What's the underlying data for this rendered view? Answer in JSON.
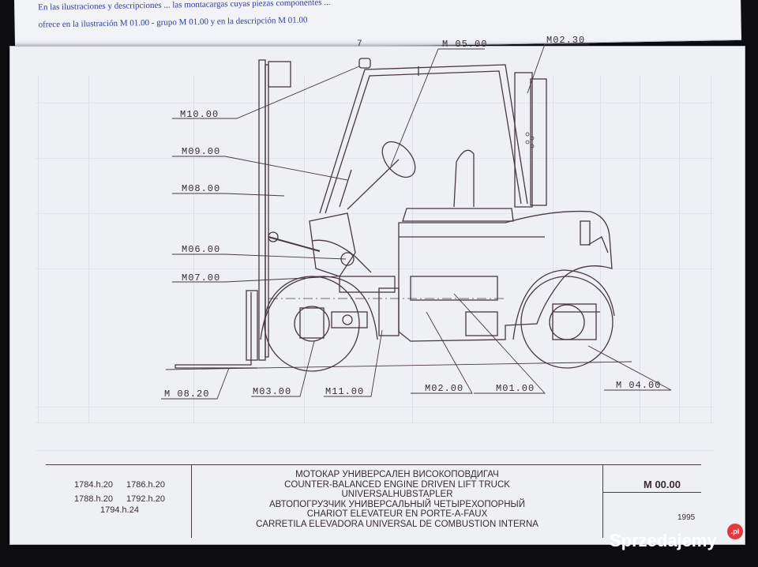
{
  "header": {
    "line1": "En las ilustraciones y descripciones ... las montacargas cuyas piezas componentes ...",
    "line2": "ofrece en la ilustración M 01.00 - grupo M 01.00 y en la descripción M 01.00"
  },
  "page_number": "7",
  "callouts": [
    {
      "id": "m10",
      "text": "M10.00"
    },
    {
      "id": "m09",
      "text": "M09.00"
    },
    {
      "id": "m08",
      "text": "M08.00"
    },
    {
      "id": "m06",
      "text": "M06.00"
    },
    {
      "id": "m07",
      "text": "M07.00"
    },
    {
      "id": "m05",
      "text": "M 05.00"
    },
    {
      "id": "m0230",
      "text": "M02.30"
    },
    {
      "id": "m0820",
      "text": "M 08.20"
    },
    {
      "id": "m03",
      "text": "M03.00"
    },
    {
      "id": "m11",
      "text": "M11.00"
    },
    {
      "id": "m02",
      "text": "M02.00"
    },
    {
      "id": "m01",
      "text": "M01.00"
    },
    {
      "id": "m04",
      "text": "M 04.00"
    }
  ],
  "title_block": {
    "models": [
      "1784.h.20",
      "1786.h.20",
      "1788.h.20",
      "1792.h.20",
      "1794.h.24"
    ],
    "titles": [
      "МОТОКАР УНИВЕРСАЛЕН ВИСОКОПОВДИГАЧ",
      "COUNTER-BALANCED ENGINE DRIVEN LIFT TRUCK",
      "UNIVERSALHUBSTAPLER",
      "АВТОПОГРУЗЧИК УНИВЕРСАЛЬНЫЙ ЧЕТЫРЕХОПОРНЫЙ",
      "CHARIOT ELEVATEUR EN PORTE-A-FAUX",
      "CARRETILA ELEVADORA UNIVERSAL DE COMBUSTION INTERNA"
    ],
    "drawing_code": "M 00.00",
    "year": "1995"
  },
  "watermark": {
    "brand": "Sprzedajemy",
    "suffix": ".pl"
  },
  "colors": {
    "ink": "#3a2a34",
    "paper": "#eef0f4",
    "top_text": "#2c3ea0",
    "badge": "#e03a3e"
  }
}
